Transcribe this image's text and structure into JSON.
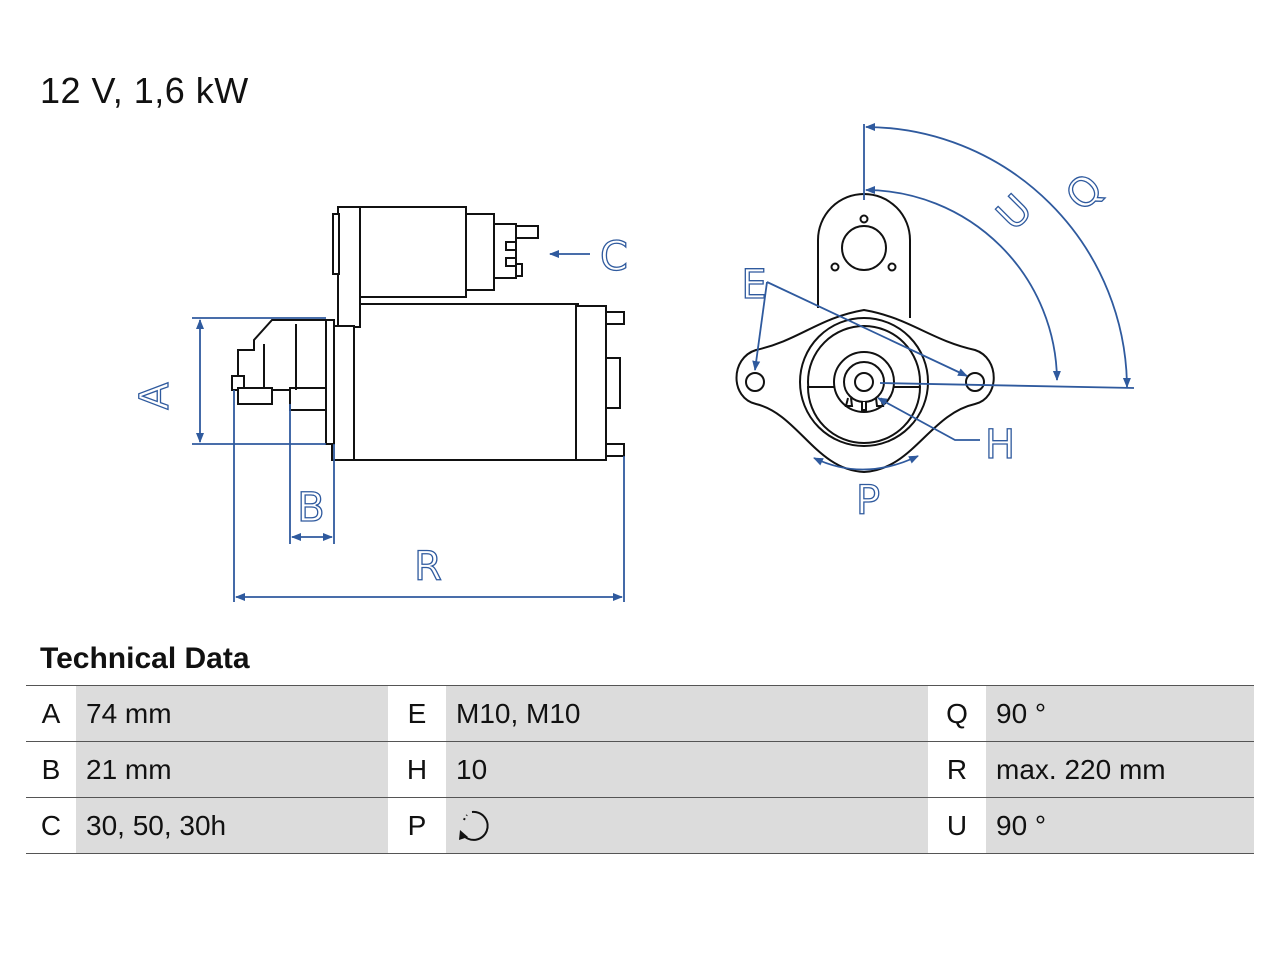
{
  "header": {
    "title": "12 V, 1,6 kW"
  },
  "diagram": {
    "labels": {
      "A": "A",
      "B": "B",
      "C": "C",
      "E": "E",
      "H": "H",
      "P": "P",
      "Q": "Q",
      "R": "R",
      "U": "U"
    },
    "colors": {
      "outline": "#111111",
      "dimension": "#2f5a9e"
    }
  },
  "technical_data": {
    "title": "Technical Data",
    "rows": [
      [
        {
          "key": "A",
          "value": "74 mm"
        },
        {
          "key": "E",
          "value": "M10, M10"
        },
        {
          "key": "Q",
          "value": "90 °"
        }
      ],
      [
        {
          "key": "B",
          "value": "21 mm"
        },
        {
          "key": "H",
          "value": "10"
        },
        {
          "key": "R",
          "value": "max. 220 mm"
        }
      ],
      [
        {
          "key": "C",
          "value": "30, 50, 30h"
        },
        {
          "key": "P",
          "value": ""
        },
        {
          "key": "U",
          "value": "90 °"
        }
      ]
    ],
    "rotation_icon": "clockwise-rotation-icon"
  }
}
